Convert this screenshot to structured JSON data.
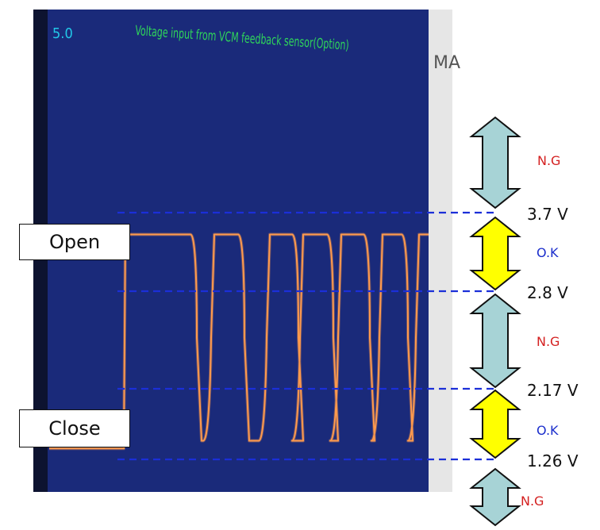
{
  "scope": {
    "scale_readout": "5.0",
    "title": "Voltage input from VCM feedback sensor(Option)",
    "side_text": "MA",
    "trace_color": "#ff9a4d",
    "screen_color": "#1a2a7a",
    "title_color": "#2fd65a",
    "readout_color": "#22c8e8"
  },
  "labels": {
    "open": "Open",
    "close": "Close"
  },
  "colors": {
    "ng_arrow": "#a7d3d6",
    "ok_arrow": "#ffff00",
    "ng_text": "#d42020",
    "ok_text": "#1c2fcc",
    "dashed_line": "#1b2fd8"
  },
  "chart_data": {
    "type": "line",
    "title": "Voltage input from VCM feedback sensor(Option)",
    "thresholds": [
      {
        "value": 3.7,
        "label": "3.7 V"
      },
      {
        "value": 2.8,
        "label": "2.8 V"
      },
      {
        "value": 2.17,
        "label": "2.17 V"
      },
      {
        "value": 1.26,
        "label": "1.26 V"
      }
    ],
    "zones": [
      {
        "label": "N.G",
        "range": "above 3.7",
        "status": "ng"
      },
      {
        "label": "O.K",
        "range": [
          2.8,
          3.7
        ],
        "status": "ok"
      },
      {
        "label": "N.G",
        "range": [
          2.17,
          2.8
        ],
        "status": "ng"
      },
      {
        "label": "O.K",
        "range": [
          1.26,
          2.17
        ],
        "status": "ok"
      },
      {
        "label": "N.G",
        "range": "below 1.26",
        "status": "ng"
      }
    ],
    "signal": {
      "idle_level": 1.4,
      "high_level": 3.45,
      "low_level": 1.5,
      "pulse_count": 7
    }
  }
}
